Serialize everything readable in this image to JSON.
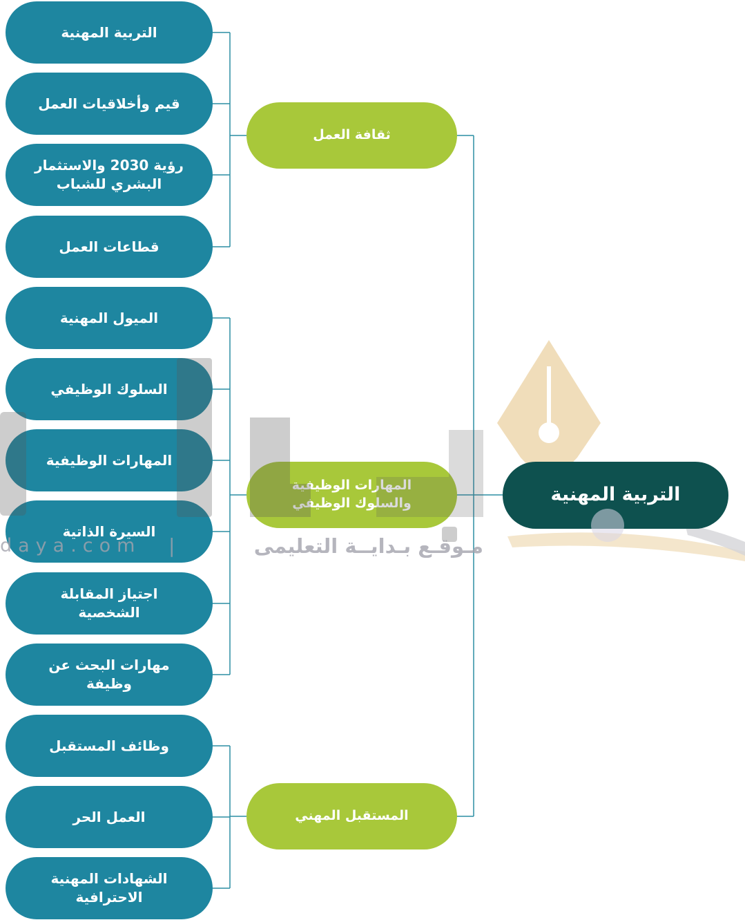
{
  "diagram": {
    "root": {
      "label": "التربية المهنية"
    },
    "branches": [
      {
        "label": "ثقافة العمل",
        "children": [
          "التربية المهنية",
          "قيم وأخلاقيات العمل",
          "رؤية 2030 والاستثمار\nالبشري للشباب",
          "قطاعات العمل"
        ]
      },
      {
        "label": "المهارات الوظيفية\nوالسلوك الوظيفي",
        "children": [
          "الميول المهنية",
          "السلوك الوظيفي",
          "المهارات الوظيفية",
          "السيرة الذاتية",
          "اجتياز المقابلة\nالشخصية",
          "مهارات البحث عن\nوظيفة"
        ]
      },
      {
        "label": "المستقبل المهني",
        "children": [
          "وظائف المستقبل",
          "العمل الحر",
          "الشهادات المهنية\nالاحترافية"
        ]
      }
    ]
  },
  "colors": {
    "root_node": "#0e514f",
    "branch_node": "#a8c83a",
    "leaf_node": "#1e86a0",
    "connector": "#2c8ea4",
    "node_text": "#ffffff",
    "watermark_text": "#a3a3ad",
    "watermark_pen": "#ebd2a3"
  },
  "watermark": {
    "site": "daya.com",
    "separator": "|",
    "name": "مـوقـع بـدايــة التعليمى"
  }
}
